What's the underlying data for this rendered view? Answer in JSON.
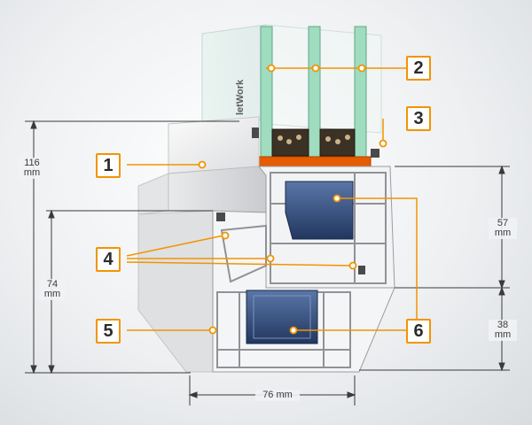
{
  "brand": {
    "logo_text": "letWork"
  },
  "dimensions": {
    "height_total": {
      "value": "116",
      "unit": "mm"
    },
    "height_sash": {
      "value": "74",
      "unit": "mm"
    },
    "depth": {
      "label": "76 mm"
    },
    "upper_section": {
      "value": "57",
      "unit": "mm"
    },
    "lower_section": {
      "value": "38",
      "unit": "mm"
    }
  },
  "callouts": [
    "1",
    "2",
    "3",
    "4",
    "5",
    "6"
  ],
  "colors": {
    "accent": "#f29400",
    "glass": "#8fd3b0",
    "steel": "#2f4a7a",
    "pvc": "#e8e9ea",
    "spacer": "#e65c00"
  }
}
